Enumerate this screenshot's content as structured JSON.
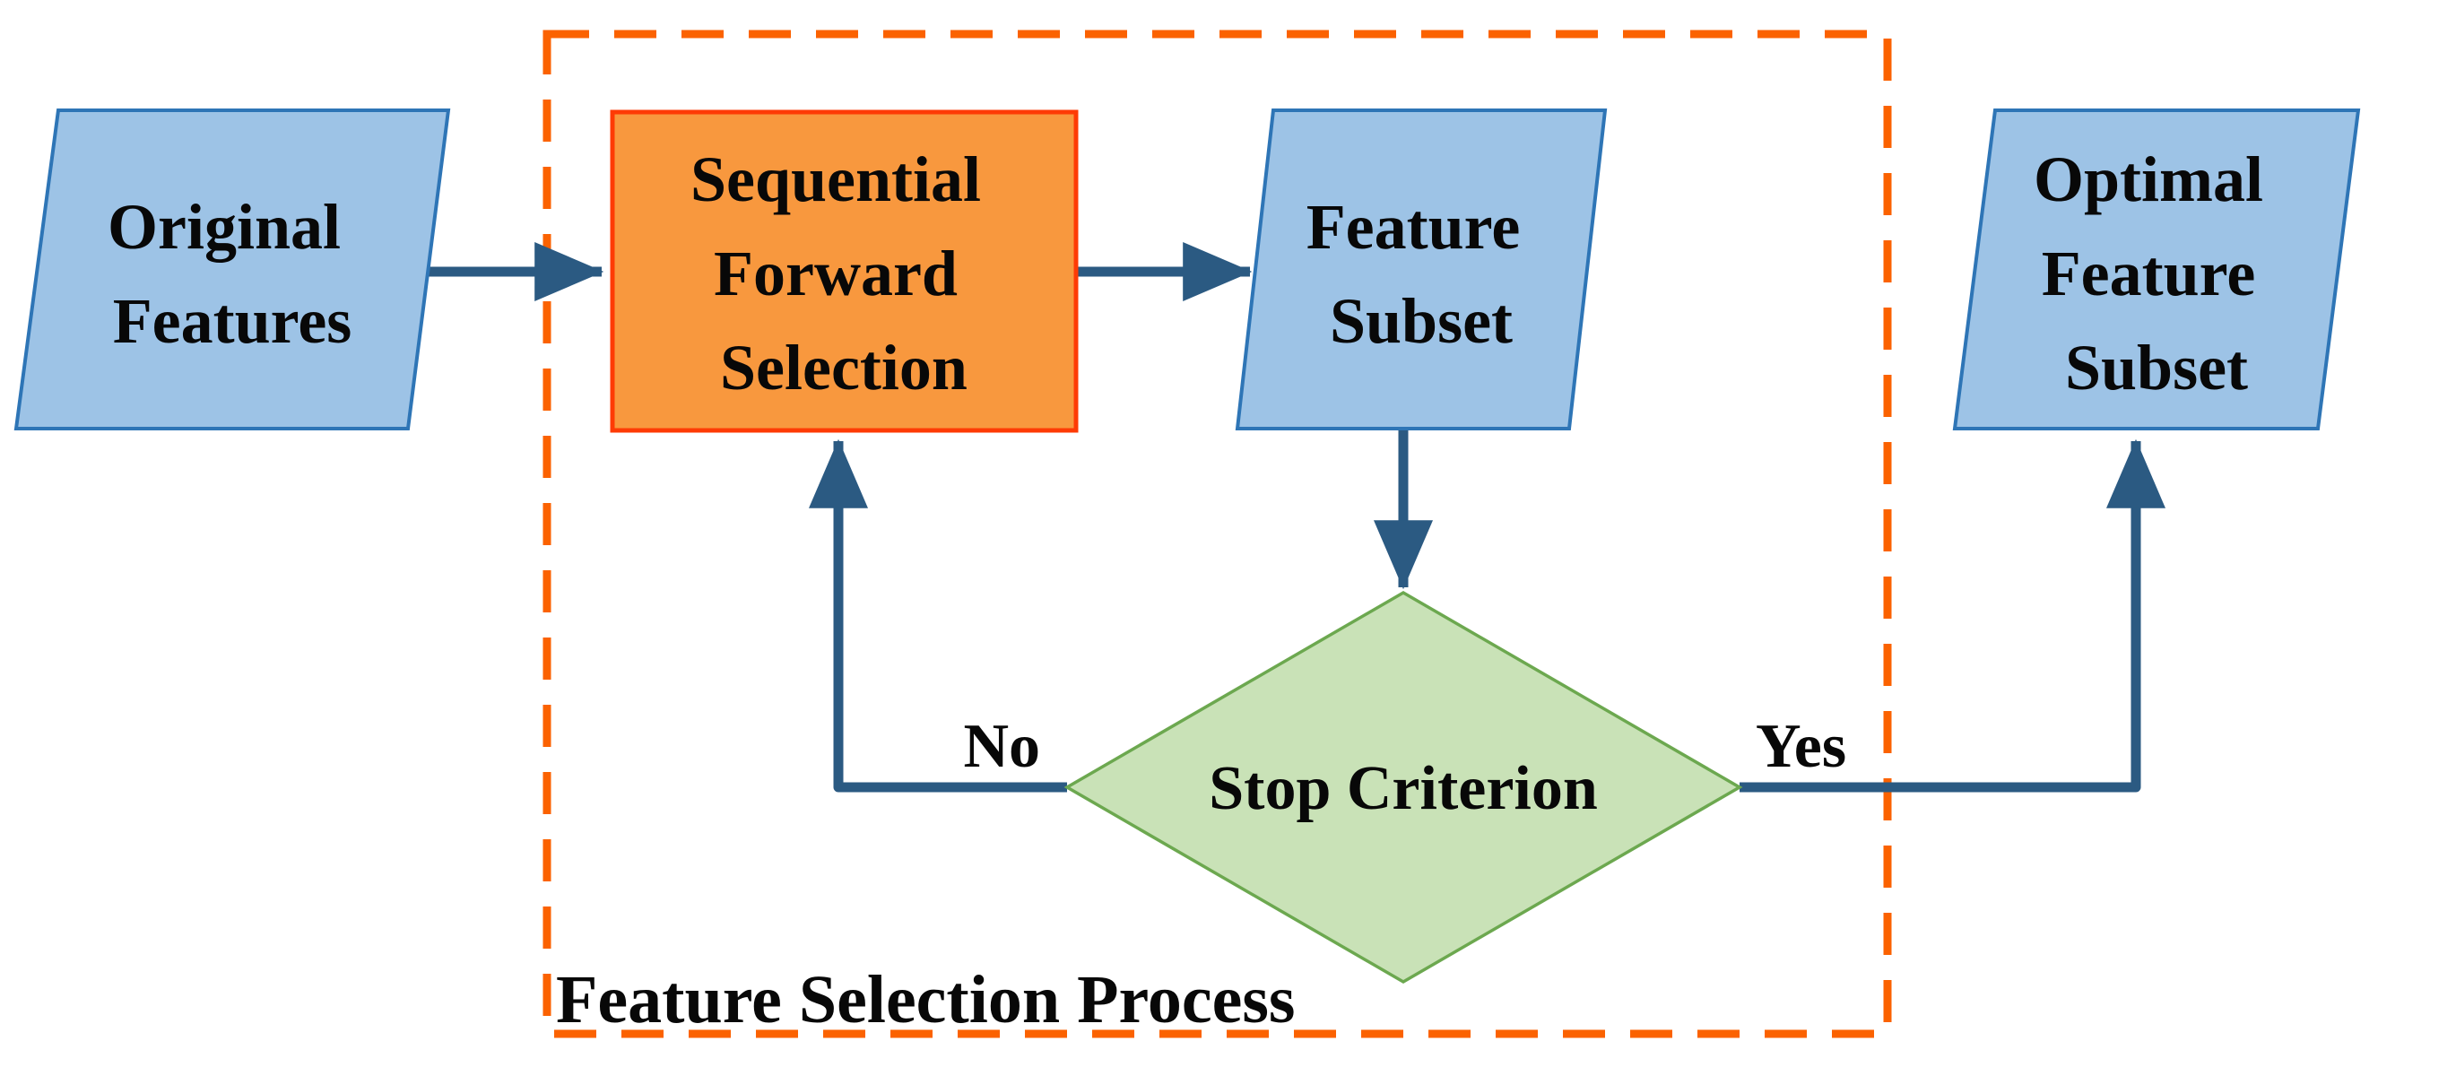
{
  "diagram": {
    "title_region_label": "Feature Selection Process",
    "nodes": {
      "original_features": {
        "shape": "parallelogram",
        "lines": [
          "Original",
          "Features"
        ]
      },
      "sequential_forward_selection": {
        "shape": "rectangle",
        "lines": [
          "Sequential",
          "Forward",
          "Selection"
        ]
      },
      "feature_subset": {
        "shape": "parallelogram",
        "lines": [
          "Feature",
          "Subset"
        ]
      },
      "stop_criterion": {
        "shape": "diamond",
        "label": "Stop Criterion"
      },
      "optimal_feature_subset": {
        "shape": "parallelogram",
        "lines": [
          "Optimal",
          "Feature",
          "Subset"
        ]
      }
    },
    "edge_labels": {
      "no": "No",
      "yes": "Yes"
    },
    "colors": {
      "io_fill": "#9DC3E6",
      "io_stroke": "#2E75B6",
      "process_fill": "#F8983E",
      "process_stroke": "#FE3B05",
      "decision_fill": "#C9E2B7",
      "decision_stroke": "#6CA84F",
      "connector": "#2B5A82",
      "dashed_border": "#FB6200",
      "text": "#080808"
    }
  }
}
